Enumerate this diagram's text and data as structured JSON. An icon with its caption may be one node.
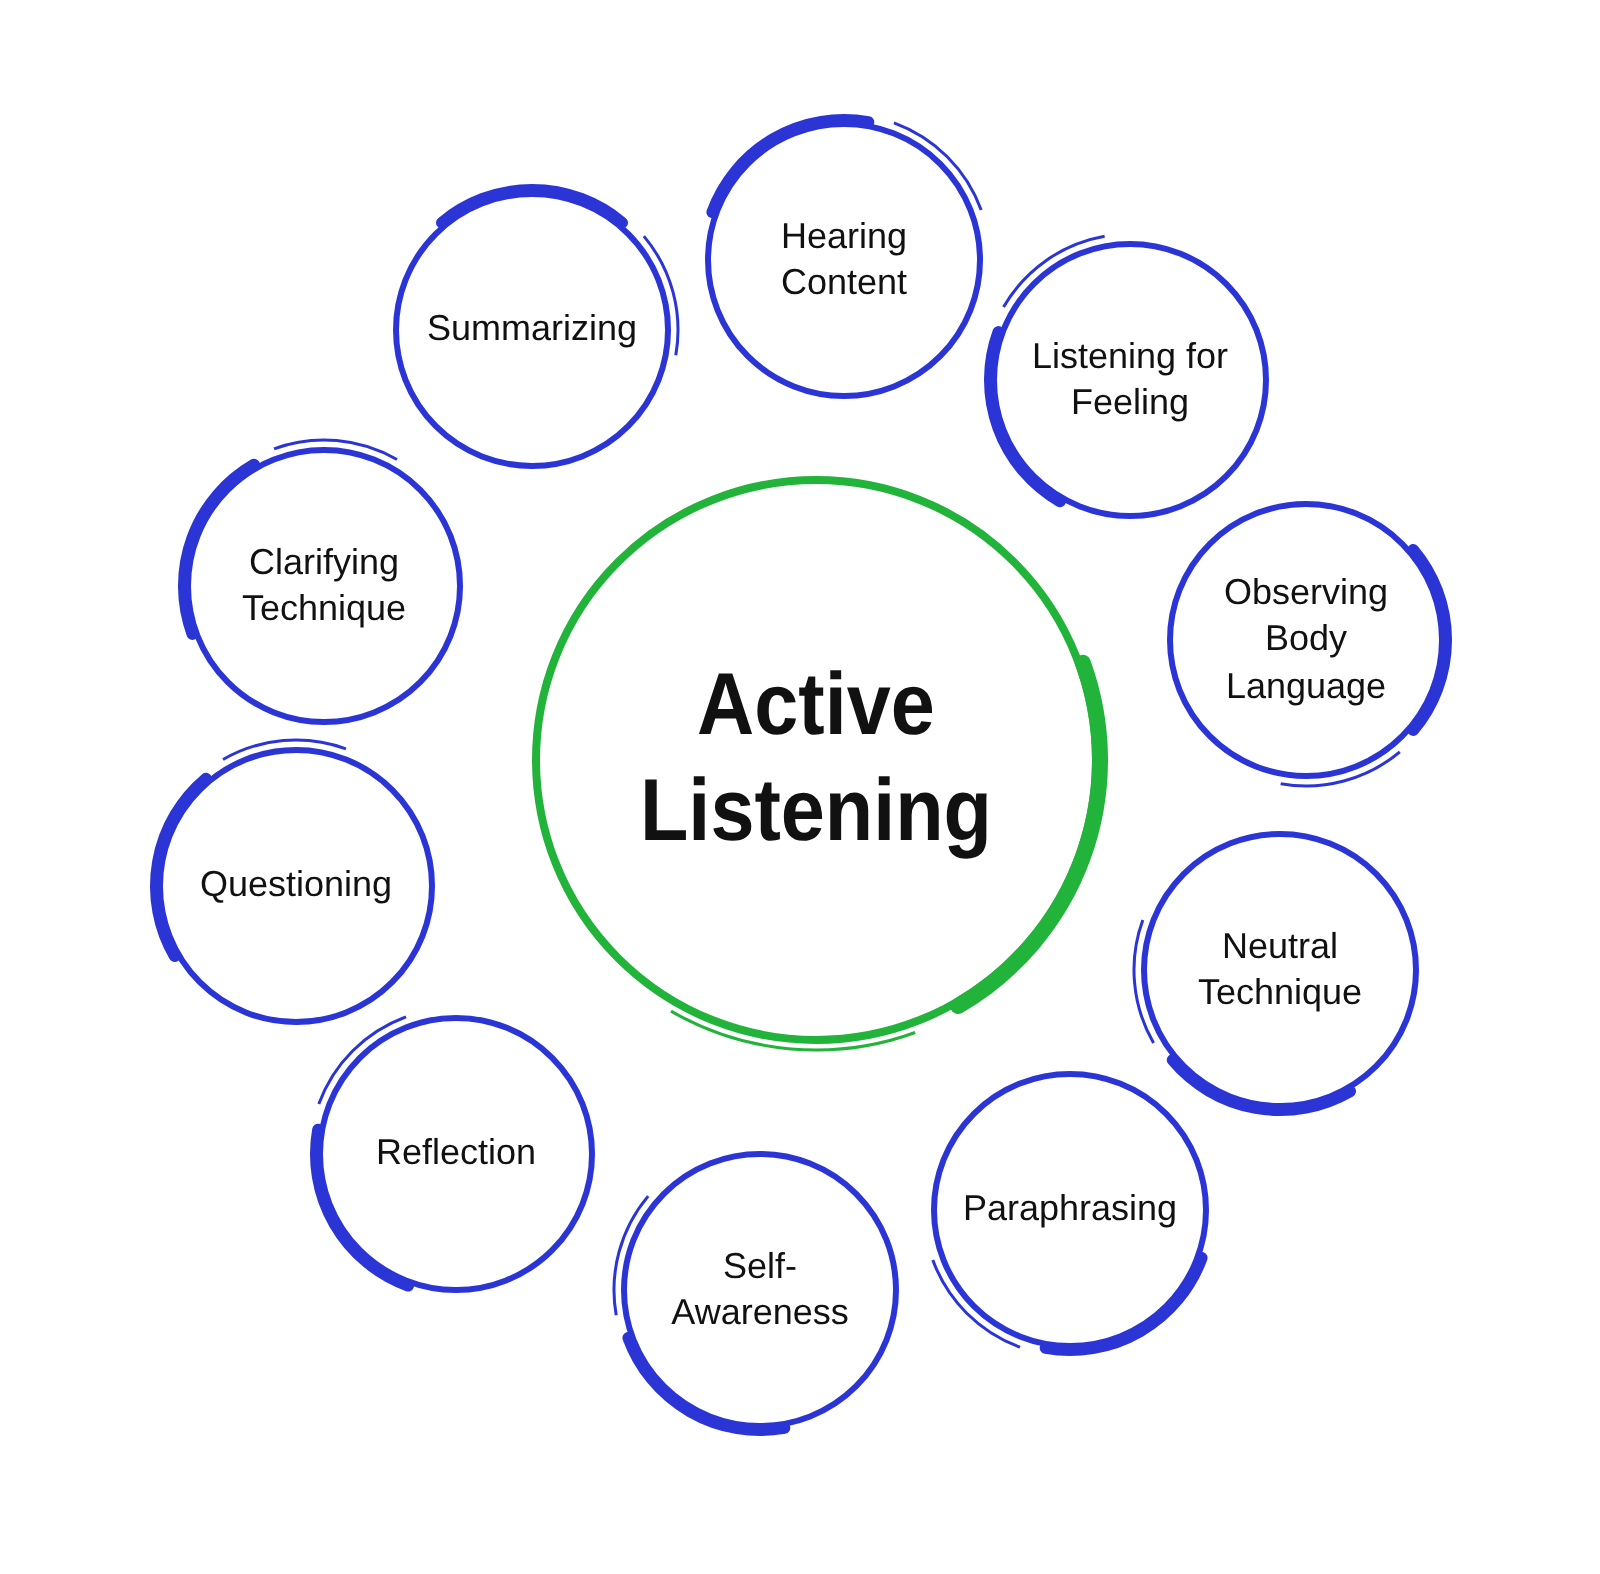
{
  "diagram": {
    "nodes": [
      {
        "text": [
          "Active Listening"
        ]
      },
      {
        "text": [
          "Hearing Content"
        ]
      },
      {
        "text": [
          "Listening for Feeling"
        ]
      },
      {
        "text": [
          "Observing Body Language"
        ]
      },
      {
        "text": [
          "Neutral Technique"
        ]
      },
      {
        "text": [
          "Paraphrasing"
        ]
      },
      {
        "text": [
          "Self-Awareness"
        ]
      },
      {
        "text": [
          "Reflection"
        ]
      },
      {
        "text": [
          "Questioning"
        ]
      },
      {
        "text": [
          "Clarifying Technique"
        ]
      },
      {
        "text": [
          "Summarizing"
        ]
      }
    ]
  }
}
